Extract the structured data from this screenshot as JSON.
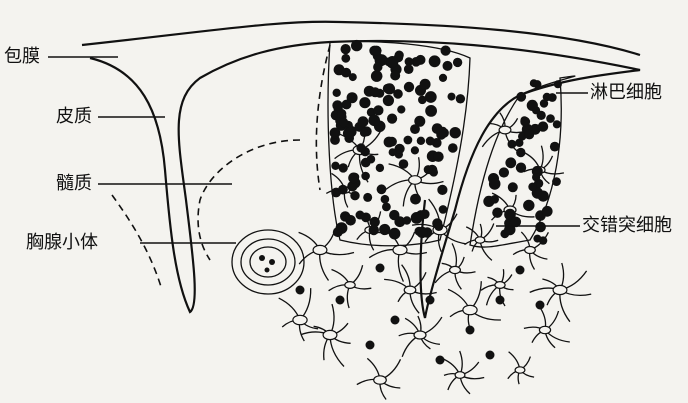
{
  "labels": {
    "capsule": "包膜",
    "cortex": "皮质",
    "medulla": "髓质",
    "thymic_corpuscle": "胸腺小体",
    "lymphocyte": "淋巴细胞",
    "interdigitating_cell": "交错突细胞"
  }
}
